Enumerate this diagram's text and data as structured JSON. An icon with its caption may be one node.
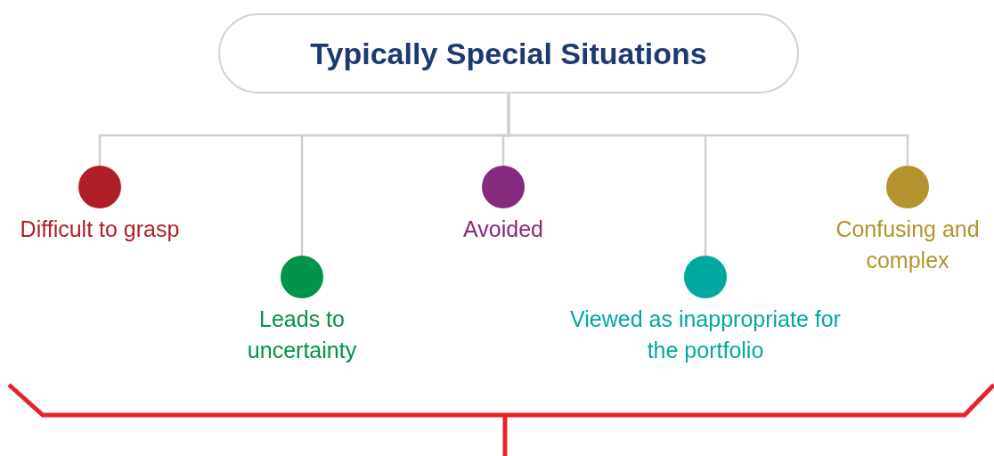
{
  "diagram": {
    "nodes": [
      {
        "text": [
          "Typically Special Situations"
        ]
      },
      {
        "text": [],
        "shape": "circle",
        "beside": [
          "Difficult to grasp"
        ]
      },
      {
        "text": [],
        "shape": "circle",
        "beside": [
          "Leads to uncertainty"
        ]
      },
      {
        "text": [],
        "shape": "circle",
        "beside": [
          "Avoided"
        ]
      },
      {
        "text": [],
        "shape": "circle",
        "beside": [
          "Viewed as inappropriate for the portfolio"
        ]
      },
      {
        "text": [],
        "shape": "circle",
        "beside": [
          "Confusing and complex"
        ]
      }
    ],
    "edges": [
      {
        "from": 0,
        "to": 1,
        "arrow": "none"
      },
      {
        "from": 0,
        "to": 2,
        "arrow": "none"
      },
      {
        "from": 0,
        "to": 3,
        "arrow": "none"
      },
      {
        "from": 0,
        "to": 4,
        "arrow": "none"
      },
      {
        "from": 0,
        "to": 5,
        "arrow": "none"
      }
    ]
  }
}
